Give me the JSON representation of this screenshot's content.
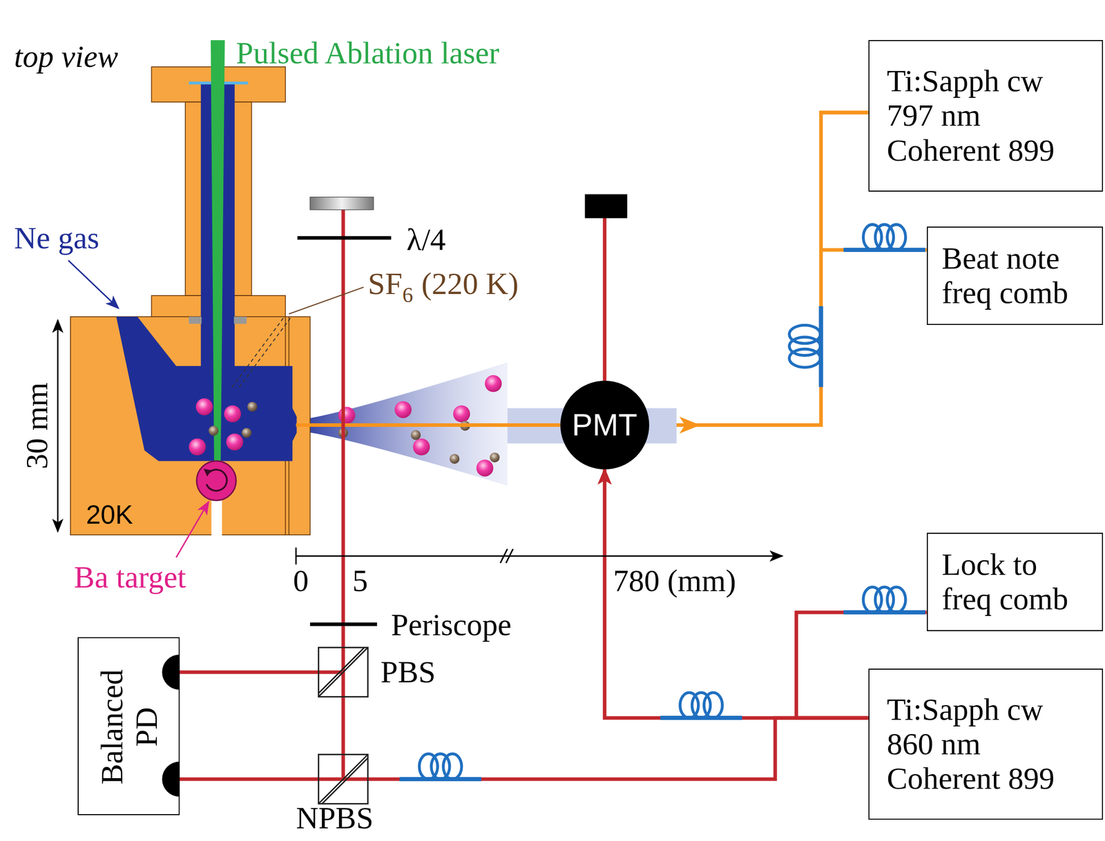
{
  "diagram": {
    "nodes": [
      {
        "text": [
          "Ti:Sapph cw 797 nm Coherent 899"
        ]
      },
      {
        "text": [
          "Beat note freq comb"
        ]
      },
      {
        "text": [
          "PMT"
        ]
      },
      {
        "text": [
          "Lock to freq comb"
        ]
      },
      {
        "text": [
          "Balanced PD"
        ]
      },
      {
        "text": [
          "Ti:Sapph cw 860 nm Coherent 899"
        ]
      }
    ],
    "edges": [
      {
        "from": 0,
        "to": 1,
        "arrow": "none"
      },
      {
        "from": 0,
        "to": 2,
        "arrow": "to"
      },
      {
        "from": 5,
        "to": 3,
        "arrow": "none"
      },
      {
        "from": 5,
        "to": 2,
        "arrow": "to"
      },
      {
        "from": 5,
        "to": 4,
        "arrow": "none"
      }
    ],
    "labels": [
      "top view",
      "Pulsed Ablation laser",
      "Ne gas",
      "SF",
      "6",
      "(220 K)",
      "λ/4",
      "30 mm",
      "20K",
      "Ba target",
      "0",
      "5",
      "780 (mm)",
      "Periscope",
      "PBS",
      "NPBS"
    ]
  }
}
